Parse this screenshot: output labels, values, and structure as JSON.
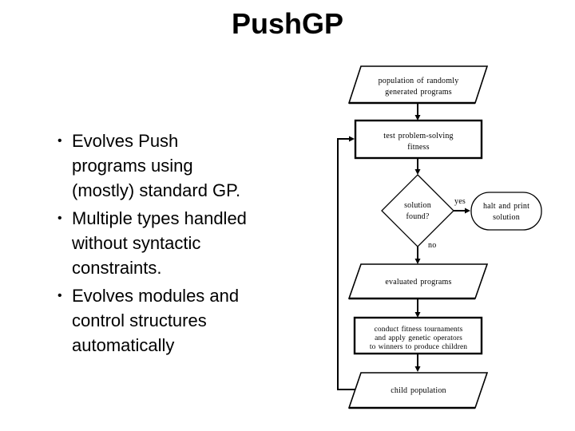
{
  "slide": {
    "title": "PushGP",
    "bullets": [
      {
        "glyph": "•",
        "lines": [
          "Evolves Push",
          "programs using",
          "(mostly) standard GP."
        ]
      },
      {
        "glyph": "•",
        "lines": [
          "Multiple types handled",
          "without syntactic",
          "constraints."
        ]
      },
      {
        "glyph": "•",
        "lines": [
          "Evolves modules and",
          "control structures",
          "automatically"
        ]
      }
    ]
  },
  "flowchart": {
    "population": {
      "line1": "population of randomly",
      "line2": "generated programs"
    },
    "test_fitness": {
      "line1": "test problem-solving",
      "line2": "fitness"
    },
    "decision": {
      "line1": "solution",
      "line2": "found?"
    },
    "halt": {
      "line1": "halt and print",
      "line2": "solution"
    },
    "evaluated": {
      "line1": "evaluated programs"
    },
    "tournaments": {
      "line1": "conduct fitness tournaments",
      "line2": "and apply genetic operators",
      "line3": "to winners to produce children"
    },
    "child": {
      "line1": "child population"
    },
    "label_yes": "yes",
    "label_no": "no",
    "colors": {
      "line": "#000000",
      "text": "#000000",
      "background": "#ffffff"
    }
  }
}
